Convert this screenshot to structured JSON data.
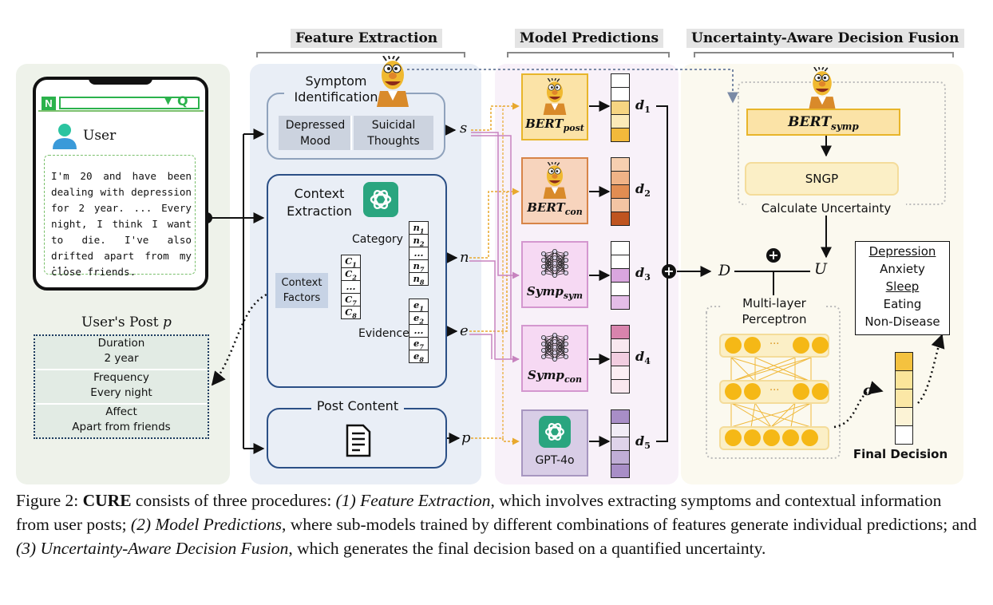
{
  "sections": {
    "feature_extraction": "Feature Extraction",
    "model_predictions": "Model Predictions",
    "fusion": "Uncertainty-Aware Decision Fusion"
  },
  "phone": {
    "nav_letter": "N",
    "nav_arrow": "▼",
    "nav_search": "Q",
    "user_label": "User",
    "post_text": "I'm 20 and have been dealing with depression for 2 year. ... Every night, I think I want to die. I've also drifted apart from my close friends.",
    "post_ellipsis": "..."
  },
  "users_post": {
    "title": "User's Post",
    "title_var": "p",
    "items": [
      {
        "label": "Duration",
        "value": "2 year"
      },
      {
        "label": "Frequency",
        "value": "Every night"
      },
      {
        "label": "Affect",
        "value": "Apart from friends"
      }
    ]
  },
  "symptom": {
    "title_line1": "Symptom",
    "title_line2": "Identification",
    "chips": [
      "Depressed Mood",
      "Suicidal Thoughts"
    ],
    "out": "s"
  },
  "context": {
    "title_line1": "Context",
    "title_line2": "Extraction",
    "factors_label": "Context Factors",
    "factors": [
      "C_1",
      "C_2",
      "...",
      "C_7",
      "C_8"
    ],
    "category_label": "Category",
    "category": [
      "n_1",
      "n_2",
      "...",
      "n_7",
      "n_8"
    ],
    "evidence_label": "Evidence",
    "evidence": [
      "e_1",
      "e_2",
      "...",
      "e_7",
      "e_8"
    ],
    "out_n": "n",
    "out_e": "e"
  },
  "post_content": {
    "title": "Post Content",
    "out": "p"
  },
  "models": [
    {
      "name": "BERT",
      "sub": "post",
      "out": "d",
      "out_sub": "1",
      "bg": "#fbe3a7",
      "border": "#e8b52a",
      "colors": [
        "#ffffff",
        "#ffffff",
        "#f6d582",
        "#fbeab8",
        "#f2b93b"
      ]
    },
    {
      "name": "BERT",
      "sub": "con",
      "out": "d",
      "out_sub": "2",
      "bg": "#f7d4bd",
      "border": "#d78448",
      "colors": [
        "#f6cfb0",
        "#f0b387",
        "#e28d52",
        "#f3c4a3",
        "#bf5420"
      ]
    },
    {
      "name": "Symp",
      "sub": "sym",
      "out": "d",
      "out_sub": "3",
      "bg": "#f6d9f3",
      "border": "#d497cf",
      "colors": [
        "#ffffff",
        "#ffffff",
        "#d9a6de",
        "#ffffff",
        "#e4bde8"
      ]
    },
    {
      "name": "Symp",
      "sub": "con",
      "out": "d",
      "out_sub": "4",
      "bg": "#f6d9f3",
      "border": "#d497cf",
      "colors": [
        "#d884ad",
        "#f9e8ef",
        "#f2cde0",
        "#fbeef3",
        "#f9e8ef"
      ]
    },
    {
      "name": "GPT-4o",
      "sub": "",
      "out": "d",
      "out_sub": "5",
      "bg": "#d8cde6",
      "border": "#a796c0",
      "colors": [
        "#a88ec7",
        "#f1ecf6",
        "#dfd3ea",
        "#c0aed6",
        "#a88ec7"
      ]
    }
  ],
  "fusion": {
    "bert_symp": "BERT",
    "bert_symp_sub": "symp",
    "sngp": "SNGP",
    "calc_uncertainty": "Calculate Uncertainty",
    "D": "D",
    "U": "U",
    "mlp_line1": "Multi-layer",
    "mlp_line2": "Perceptron",
    "mlp_dots": "...",
    "sigma": "σ",
    "final_decision": "Final Decision",
    "final_colors": [
      "#f4c23f",
      "#fbe59a",
      "#fbe7a6",
      "#fcf3d6",
      "#ffffff"
    ],
    "classes": [
      {
        "label": "Depression",
        "underline": true
      },
      {
        "label": "Anxiety",
        "underline": false
      },
      {
        "label": "Sleep",
        "underline": true
      },
      {
        "label": "Eating",
        "underline": false
      },
      {
        "label": "Non-Disease",
        "underline": false
      }
    ]
  },
  "caption": {
    "prefix": "Figure 2: ",
    "name": "CURE",
    "t1": " consists of three procedures: ",
    "i1": "(1) Feature Extraction",
    "t2": ", which involves extracting symptoms and contextual information from user posts; ",
    "i2": "(2) Model Predictions",
    "t3": ", where sub-models trained by different combinations of features generate individual predictions; and ",
    "i3": "(3) Uncertainty-Aware Decision Fusion",
    "t4": ", which generates the final decision based on a quantified uncertainty."
  }
}
